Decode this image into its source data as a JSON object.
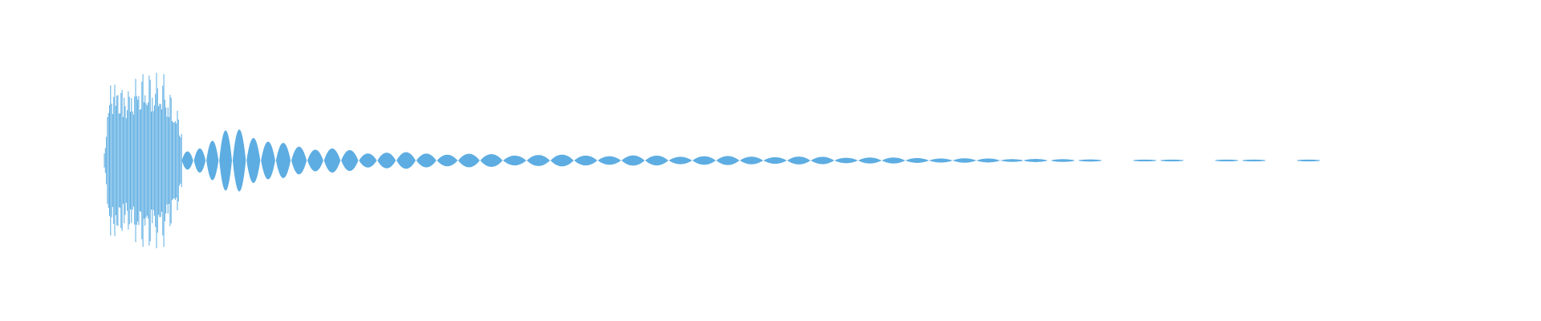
{
  "waveform": {
    "color": "#5dade2",
    "background": "#ffffff",
    "envelope": [
      {
        "t": 0.0,
        "amp": 0.1
      },
      {
        "t": 0.005,
        "amp": 0.95
      },
      {
        "t": 0.02,
        "amp": 0.82
      },
      {
        "t": 0.03,
        "amp": 1.0
      },
      {
        "t": 0.05,
        "amp": 0.97
      },
      {
        "t": 0.057,
        "amp": 0.7
      },
      {
        "t": 0.063,
        "amp": 0.5
      },
      {
        "t": 0.07,
        "amp": 0.07
      },
      {
        "t": 0.08,
        "amp": 0.15
      },
      {
        "t": 0.09,
        "amp": 0.28
      },
      {
        "t": 0.1,
        "amp": 0.34
      },
      {
        "t": 0.12,
        "amp": 0.36
      },
      {
        "t": 0.14,
        "amp": 0.21
      },
      {
        "t": 0.17,
        "amp": 0.16
      },
      {
        "t": 0.22,
        "amp": 0.1
      },
      {
        "t": 0.3,
        "amp": 0.075
      },
      {
        "t": 0.4,
        "amp": 0.06
      },
      {
        "t": 0.5,
        "amp": 0.05
      },
      {
        "t": 0.6,
        "amp": 0.04
      },
      {
        "t": 0.7,
        "amp": 0.025
      },
      {
        "t": 0.8,
        "amp": 0.012
      },
      {
        "t": 0.85,
        "amp": 0.006
      },
      {
        "t": 0.9,
        "amp": 0.003
      },
      {
        "t": 1.0,
        "amp": 0.002
      }
    ]
  }
}
